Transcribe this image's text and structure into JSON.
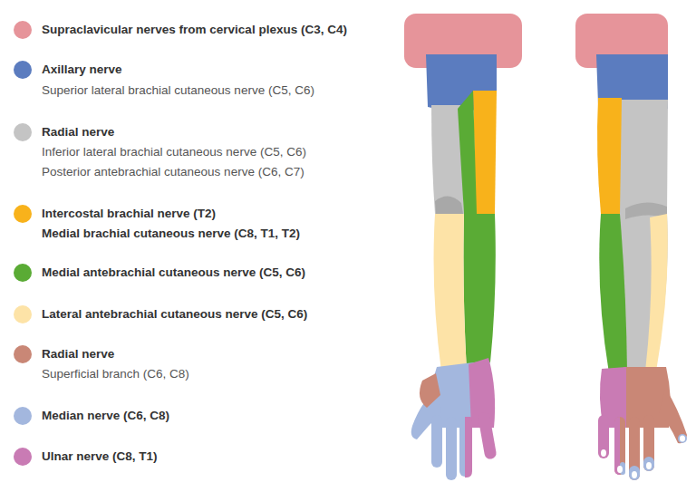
{
  "diagram": {
    "labels": [
      "Superior lateral brachial cutaneous nerve (C5, C6)",
      "Inferior lateral brachial cutaneous nerve (C5, C6)",
      "Posterior antebrachial cutaneous nerve (C6, C7)",
      "Medial brachial cutaneous nerve (C8, T1, T2)",
      "Superficial branch (C6, C8)"
    ],
    "legend": [
      {
        "text": "Supraclavicular nerves from cervical plexus (C3, C4)",
        "color": "#e6949a"
      },
      {
        "text": "Axillary nerve",
        "color": "#5b7cbf"
      },
      {
        "text": "Radial nerve",
        "color": "#c4c4c4"
      },
      {
        "text": "Intercostal brachial nerve (T2)",
        "color": "#f8b21b"
      },
      {
        "text": "Medial antebrachial cutaneous nerve (C5, C6)",
        "color": "#5aab35"
      },
      {
        "text": "Lateral antebrachial cutaneous nerve (C5, C6)",
        "color": "#fde3a7"
      },
      {
        "text": "Radial nerve",
        "color": "#c98776"
      },
      {
        "text": "Median nerve (C6, C8)",
        "color": "#a3b7de"
      },
      {
        "text": "Ulnar nerve (C8, T1)",
        "color": "#c97bb4"
      }
    ]
  }
}
